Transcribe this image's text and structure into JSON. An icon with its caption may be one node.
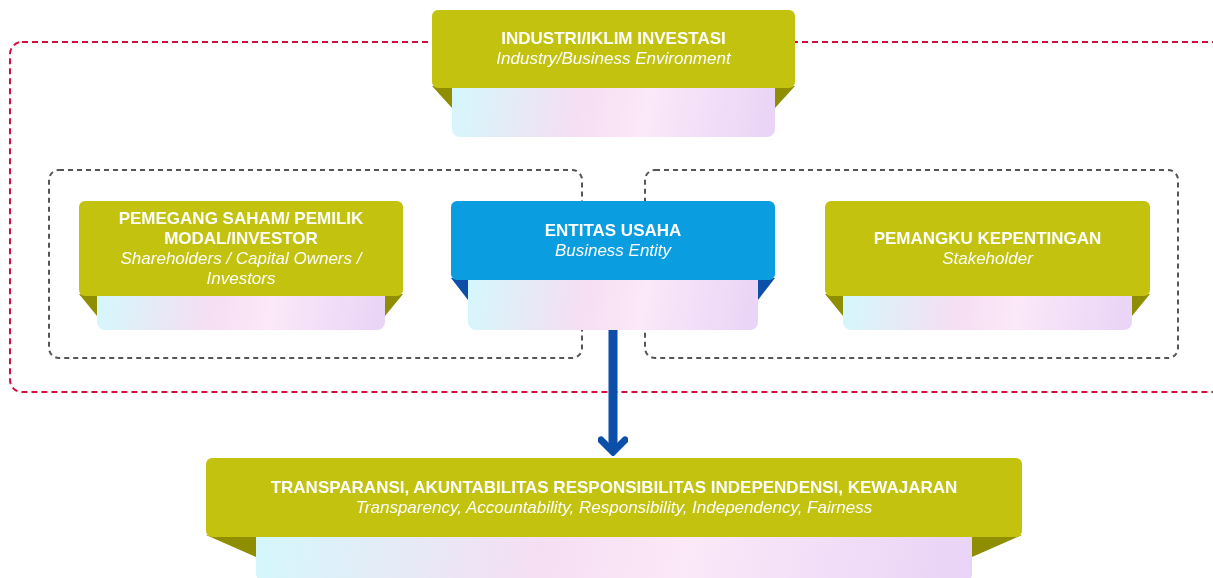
{
  "diagram": {
    "nodes": [
      {
        "text": [
          "INDUSTRI/IKLIM INVESTASI",
          "Industry/Business Environment"
        ]
      },
      {
        "text": [
          "PEMEGANG SAHAM/ PEMILIK MODAL/INVESTOR",
          "Shareholders / Capital Owners / Investors"
        ]
      },
      {
        "text": [
          "ENTITAS USAHA",
          "Business Entity"
        ]
      },
      {
        "text": [
          "PEMANGKU KEPENTINGAN",
          "Stakeholder"
        ]
      },
      {
        "text": [
          "TRANSPARANSI, AKUNTABILITAS RESPONSIBILITAS INDEPENDENSI, KEWAJARAN",
          "Transparency, Accountability, Responsibility, Independency, Fairness"
        ]
      }
    ],
    "edges": [
      {
        "from": 2,
        "to": 4,
        "arrow": "to",
        "color": "#0b4fa8"
      }
    ]
  }
}
